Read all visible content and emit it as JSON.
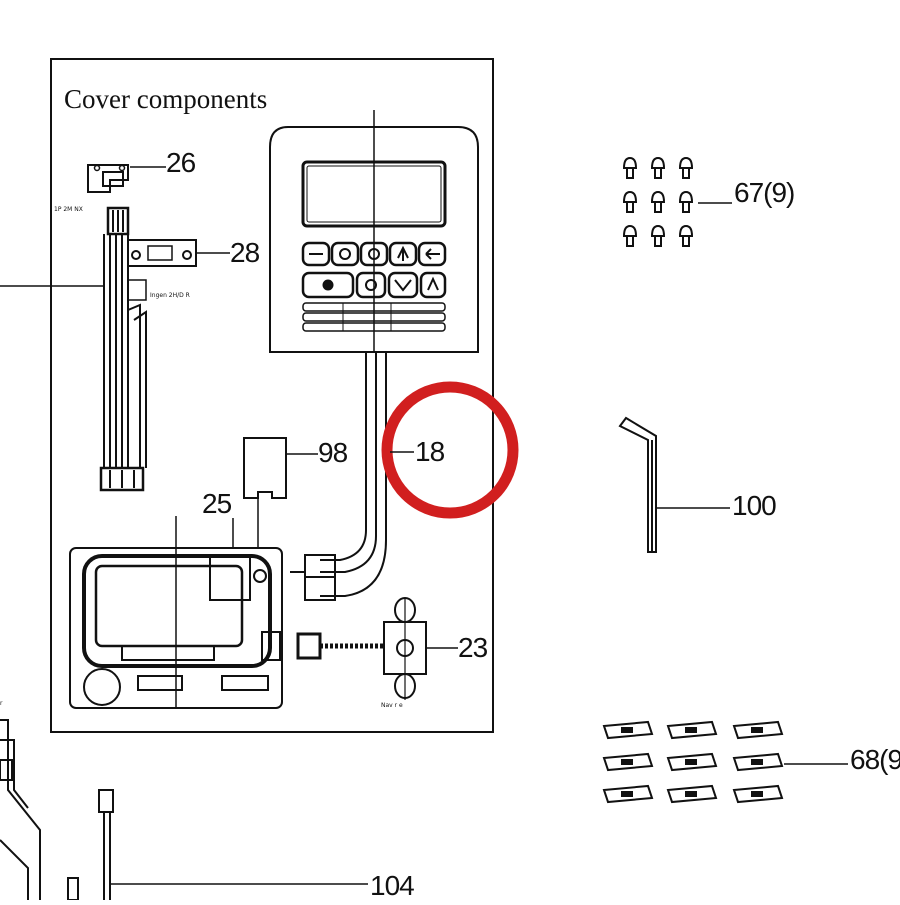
{
  "diagram": {
    "title": "Cover components",
    "labels": {
      "p26": "26",
      "p28": "28",
      "p98": "98",
      "p18": "18",
      "p25": "25",
      "p23": "23",
      "p67": "67(9)",
      "p100": "100",
      "p68": "68(9",
      "p104": "104"
    },
    "small_text": {
      "connector_a": "1P 2M NX",
      "connector_b": "Ingen 2H/D R",
      "clamp": "Nav r e",
      "frame_left": "r"
    },
    "highlight": {
      "target": "18",
      "color": "#d11f1f"
    },
    "line_color": "#111111"
  }
}
